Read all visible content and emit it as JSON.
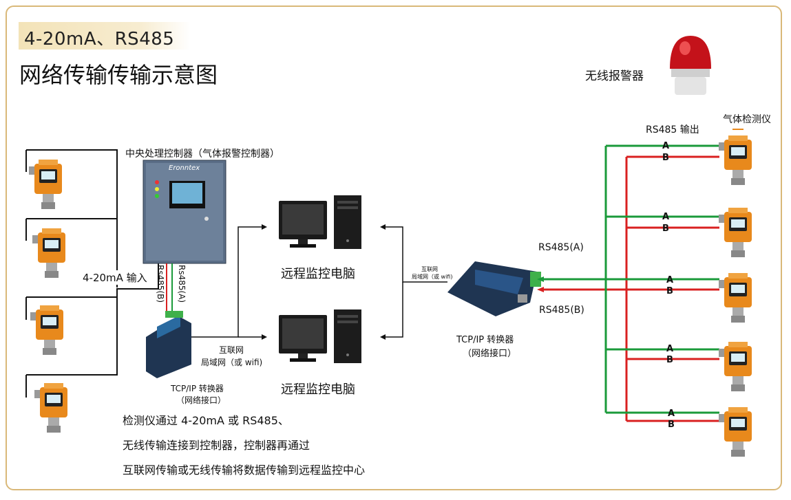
{
  "tag_line": "4-20mA、RS485",
  "title": "网络传输传输示意图",
  "alarm_label": "无线报警器",
  "detector_label": "气体检测仪",
  "rs485_output": "RS485 输出",
  "controller_label": "中央处理控制器（气体报警控制器）",
  "controller_brand": "Eronntex",
  "input_label": "4-20mA 输入",
  "rs485_b_vertical": "Rs485(B)",
  "rs485_a_vertical": "Rs485(A)",
  "remote_pc_1": "远程监控电脑",
  "remote_pc_2": "远程监控电脑",
  "internet_left_1": "互联网",
  "internet_left_2": "局域网（或 wifi)",
  "internet_right_1": "互联网",
  "internet_right_2": "局域网（或 wifi)",
  "tcp_left_1": "TCP/IP 转换器",
  "tcp_left_2": "（网络接口）",
  "tcp_right_1": "TCP/IP 转换器",
  "tcp_right_2": "（网络接口）",
  "rs485_a": "RS485(A)",
  "rs485_b": "RS485(B)",
  "wire_a": "A",
  "wire_b": "B",
  "desc_line_1": "检测仪通过 4-20mA 或 RS485、",
  "desc_line_2": "无线传输连接到控制器，控制器再通过",
  "desc_line_3": "互联网传输或无线传输将数据传输到远程监控中心",
  "colors": {
    "wire_a": "#1a9a3a",
    "wire_b": "#d92020",
    "detector_body": "#e8891c",
    "accent": "#d9b878"
  }
}
